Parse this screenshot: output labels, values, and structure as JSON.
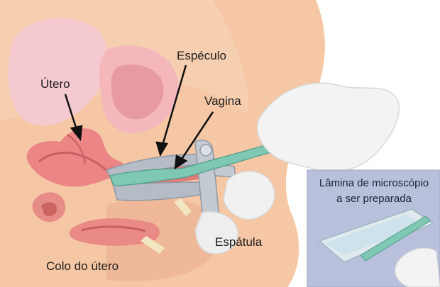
{
  "labels": {
    "utero": "Útero",
    "especulo": "Espéculo",
    "vagina": "Vagina",
    "espatula": "Espátula",
    "colo": "Colo do útero"
  },
  "inset": {
    "line1": "Lâmina de microscópio",
    "line2": "a ser preparada"
  },
  "colors": {
    "skin": "#f5c7a4",
    "skin_dark": "#e9a987",
    "pink_tissue": "#f0a6a6",
    "uterus": "#ec8585",
    "speculum": "#b5bcc6",
    "spatula": "#7fc9b4",
    "glove": "#f3f3f3",
    "inset_bg": "#b9c0dc"
  }
}
